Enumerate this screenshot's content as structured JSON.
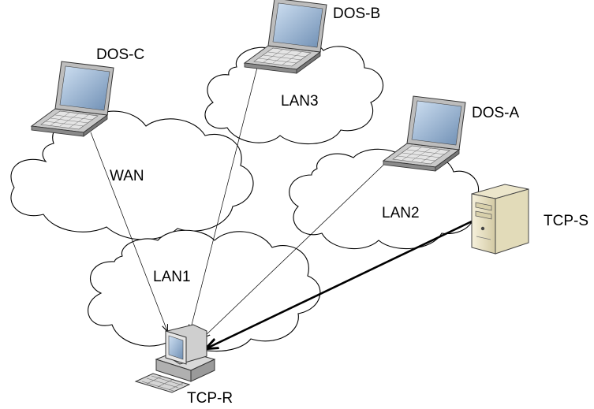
{
  "clouds": {
    "wan": "WAN",
    "lan1": "LAN1",
    "lan2": "LAN2",
    "lan3": "LAN3"
  },
  "nodes": {
    "dos_a": "DOS-A",
    "dos_b": "DOS-B",
    "dos_c": "DOS-C",
    "tcp_s": "TCP-S",
    "tcp_r": "TCP-R"
  }
}
